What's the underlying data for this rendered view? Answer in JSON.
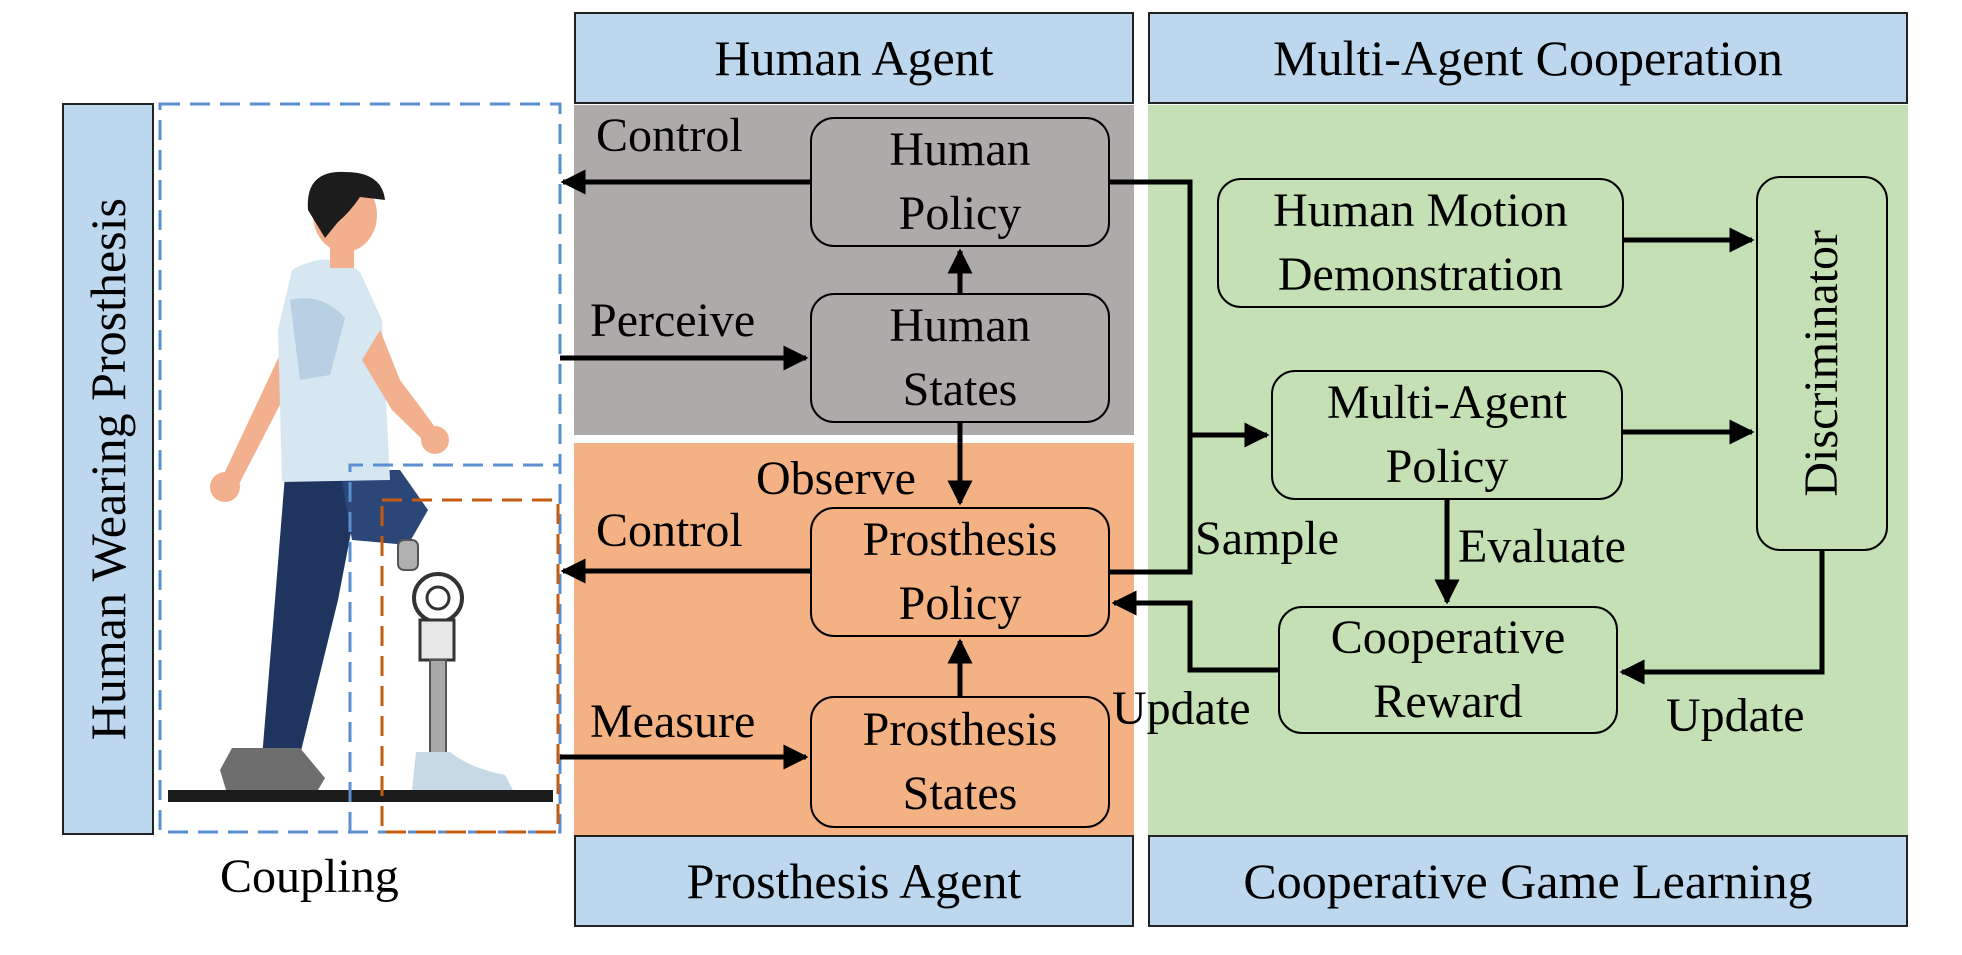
{
  "headers": {
    "human_agent": "Human Agent",
    "multi_agent_cooperation": "Multi-Agent Cooperation",
    "prosthesis_agent": "Prosthesis Agent",
    "cooperative_game_learning": "Cooperative Game Learning",
    "human_wearing_prosthesis": "Human Wearing Prosthesis"
  },
  "nodes": {
    "human_policy": [
      "Human",
      "Policy"
    ],
    "human_states": [
      "Human",
      "States"
    ],
    "prosthesis_policy": [
      "Prosthesis",
      "Policy"
    ],
    "prosthesis_states": [
      "Prosthesis",
      "States"
    ],
    "human_motion_demo": [
      "Human Motion",
      "Demonstration"
    ],
    "multi_agent_policy": [
      "Multi-Agent",
      "Policy"
    ],
    "cooperative_reward": [
      "Cooperative",
      "Reward"
    ],
    "discriminator": "Discriminator"
  },
  "labels": {
    "control_top": "Control",
    "perceive": "Perceive",
    "observe": "Observe",
    "control_bottom": "Control",
    "measure": "Measure",
    "sample": "Sample",
    "evaluate": "Evaluate",
    "update_left": "Update",
    "update_right": "Update",
    "coupling": "Coupling"
  },
  "colors": {
    "header_blue": "#bdd7ee",
    "human_region_gray": "#aeaaaa",
    "prosthesis_region_orange": "#f4b183",
    "cooperation_region_green": "#c5e0b4",
    "coupling_blue_dash": "#5b8fd0",
    "coupling_orange_dash": "#c55a11"
  }
}
